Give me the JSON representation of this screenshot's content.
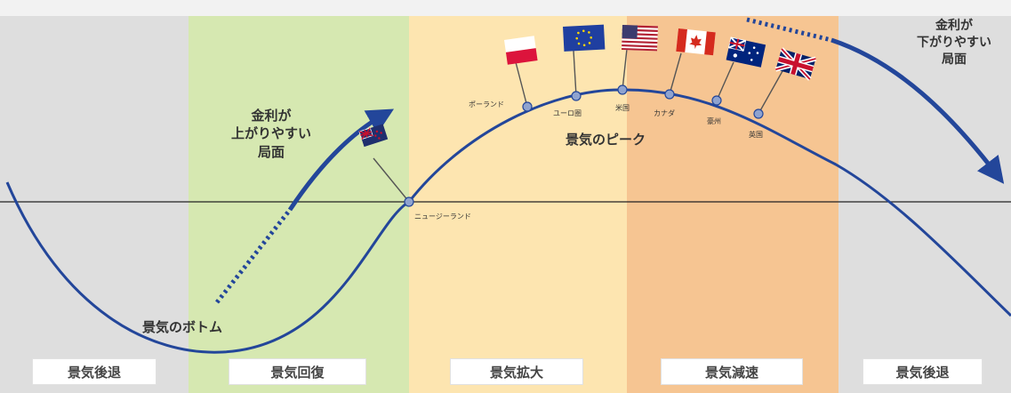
{
  "colors": {
    "background": "#f2f2f2",
    "recession": "#dedede",
    "recovery": "#d6e8b1",
    "expansion": "#fde5b0",
    "slowdown": "#f6c592",
    "curve": "#23469a",
    "axis": "#222222"
  },
  "phases": [
    {
      "label": "景気後退",
      "color": "#dedede"
    },
    {
      "label": "景気回復",
      "color": "#d6e8b1"
    },
    {
      "label": "景気拡大",
      "color": "#fde5b0"
    },
    {
      "label": "景気減速",
      "color": "#f6c592"
    },
    {
      "label": "景気後退",
      "color": "#dedede"
    }
  ],
  "annotations": {
    "rates_rising": [
      "金利が",
      "上がりやすい",
      "局面"
    ],
    "rates_falling": [
      "金利が",
      "下がりやすい",
      "局面"
    ],
    "bottom": "景気のボトム",
    "peak": "景気のピーク"
  },
  "countries": {
    "new_zealand": "ニュージーランド",
    "poland": "ポーランド",
    "euro_area": "ユーロ圏",
    "us": "米国",
    "canada": "カナダ",
    "australia": "豪州",
    "uk": "英国"
  },
  "flags": [
    {
      "name": "new-zealand-flag-icon",
      "country": "ニュージーランド",
      "text": "NZ"
    },
    {
      "name": "poland-flag-icon",
      "country": "ポーランド"
    },
    {
      "name": "eu-flag-icon",
      "country": "ユーロ圏",
      "text": "EU"
    },
    {
      "name": "us-flag-icon",
      "country": "米国",
      "text": "US"
    },
    {
      "name": "canada-flag-icon",
      "country": "カナダ",
      "text": "CA"
    },
    {
      "name": "australia-flag-icon",
      "country": "豪州",
      "text": "AU"
    },
    {
      "name": "uk-flag-icon",
      "country": "英国",
      "text": "UK"
    }
  ]
}
